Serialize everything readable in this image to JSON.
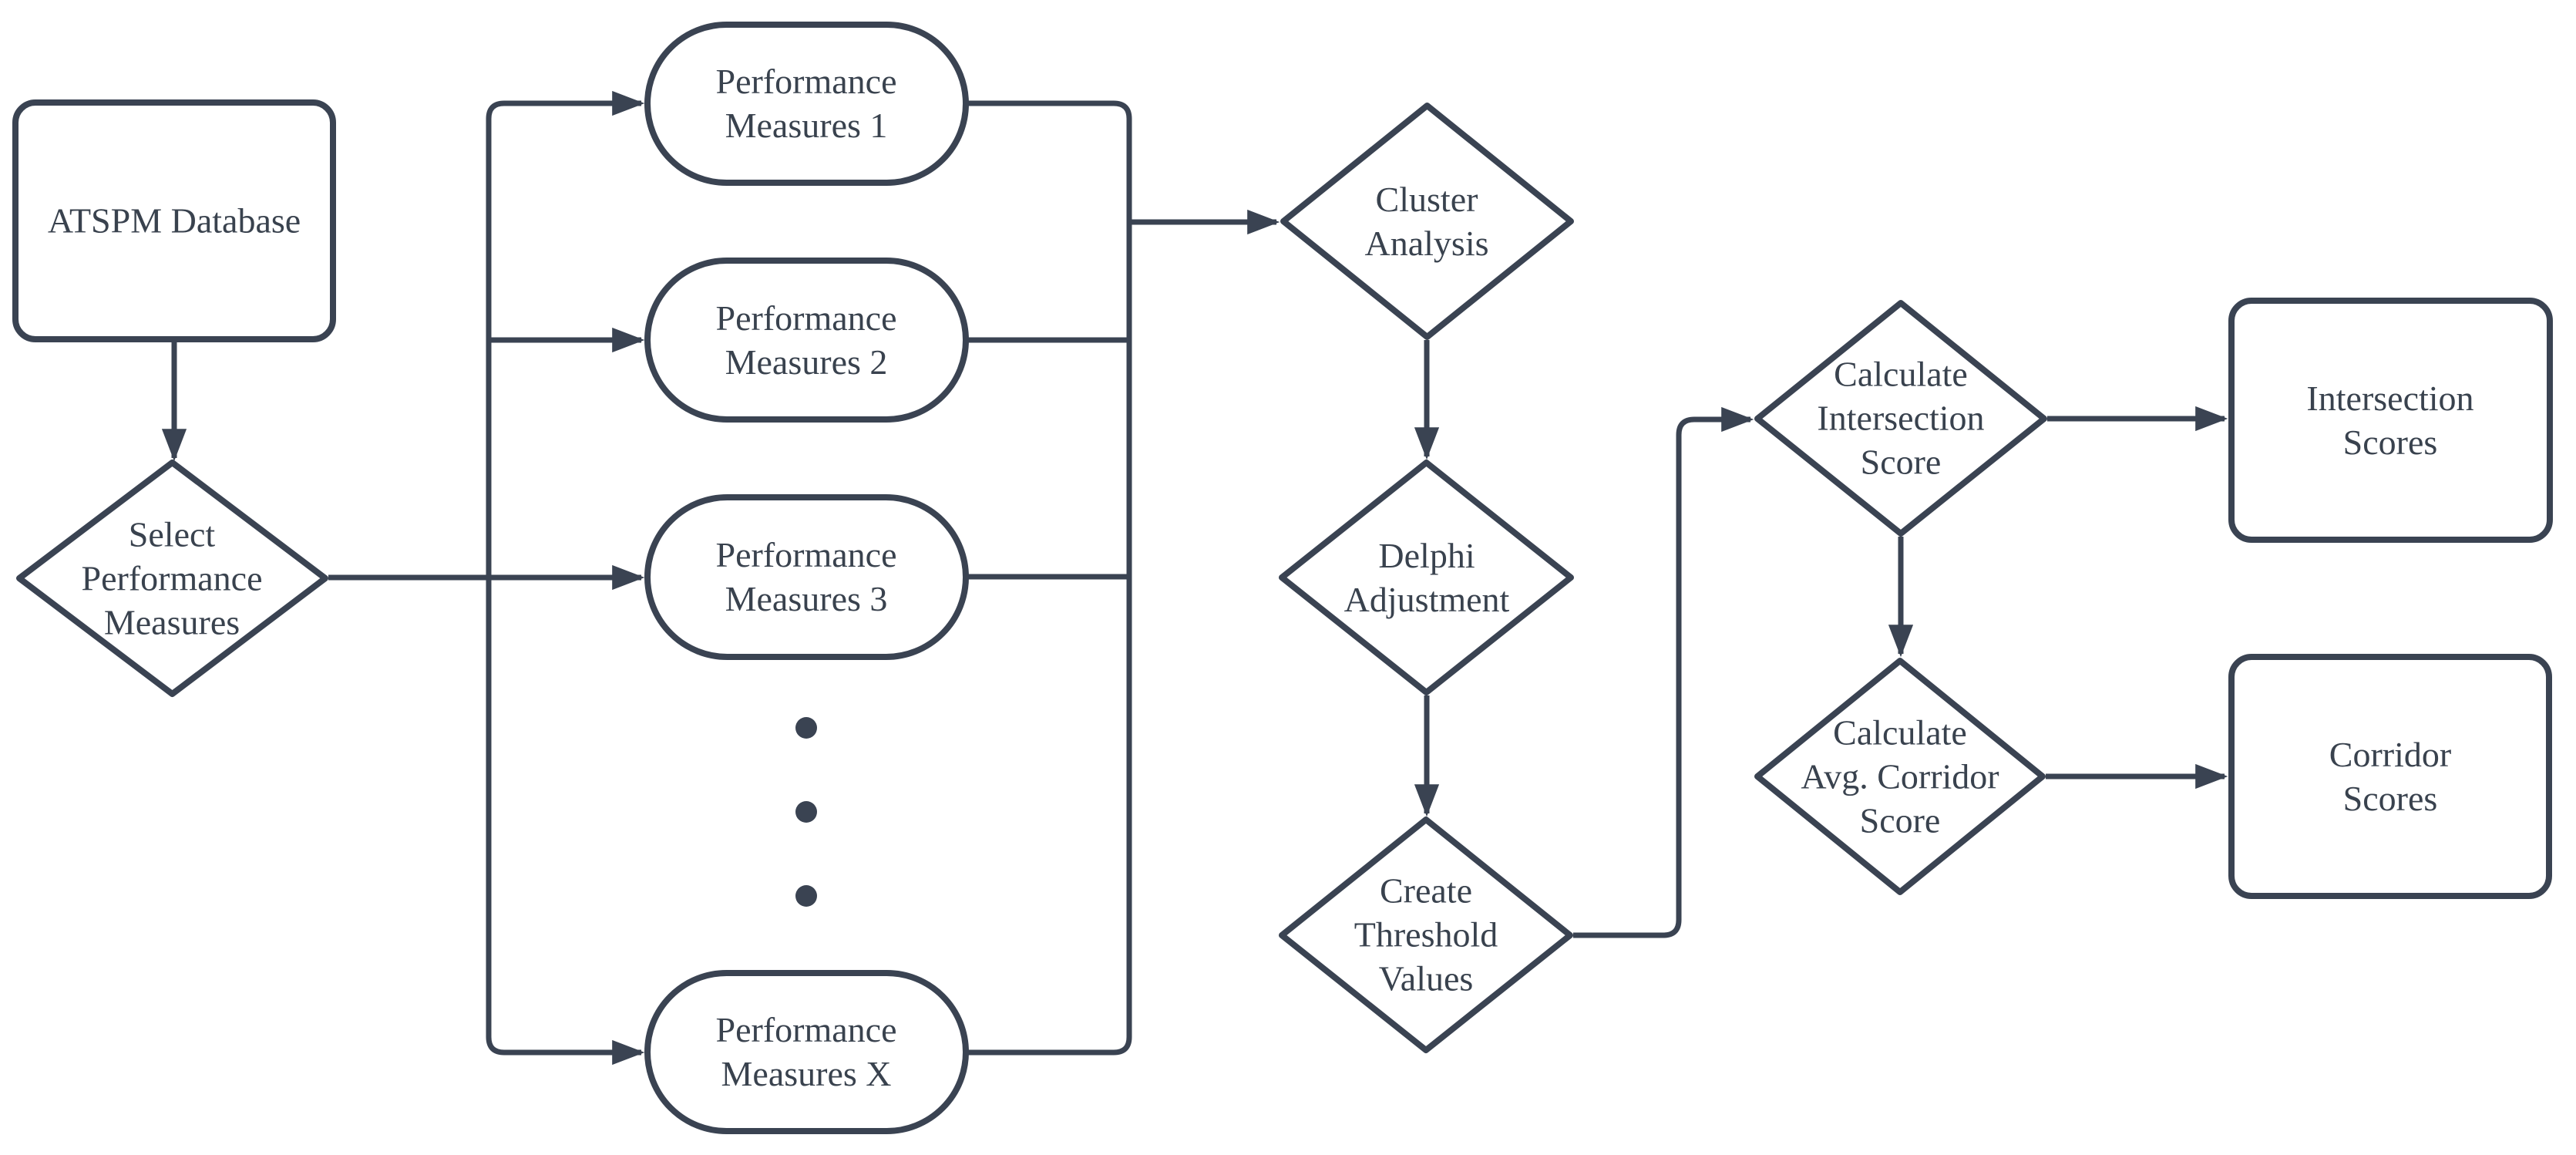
{
  "diagram": {
    "title": "ATSPM performance measure scoring flowchart",
    "colors": {
      "stroke": "#3a4352",
      "text": "#39424e",
      "background": "#ffffff",
      "node_fill": "#ffffff"
    },
    "nodes": {
      "atspm_database": {
        "shape": "rectangle",
        "label": "ATSPM Database"
      },
      "select_performance_measures": {
        "shape": "diamond",
        "label": "Select\nPerformance\nMeasures"
      },
      "performance_measures_1": {
        "shape": "stadium",
        "label": "Performance\nMeasures 1"
      },
      "performance_measures_2": {
        "shape": "stadium",
        "label": "Performance\nMeasures 2"
      },
      "performance_measures_3": {
        "shape": "stadium",
        "label": "Performance\nMeasures 3"
      },
      "performance_measures_x": {
        "shape": "stadium",
        "label": "Performance\nMeasures X"
      },
      "cluster_analysis": {
        "shape": "diamond",
        "label": "Cluster\nAnalysis"
      },
      "delphi_adjustment": {
        "shape": "diamond",
        "label": "Delphi\nAdjustment"
      },
      "create_threshold_values": {
        "shape": "diamond",
        "label": "Create\nThreshold\nValues"
      },
      "calculate_intersection_score": {
        "shape": "diamond",
        "label": "Calculate\nIntersection\nScore"
      },
      "calculate_avg_corridor_score": {
        "shape": "diamond",
        "label": "Calculate\nAvg. Corridor\nScore"
      },
      "intersection_scores": {
        "shape": "rectangle",
        "label": "Intersection\nScores"
      },
      "corridor_scores": {
        "shape": "rectangle",
        "label": "Corridor\nScores"
      }
    },
    "ellipsis_dots": 3,
    "edges": [
      {
        "from": "atspm_database",
        "to": "select_performance_measures"
      },
      {
        "from": "select_performance_measures",
        "to": "performance_measures_1"
      },
      {
        "from": "select_performance_measures",
        "to": "performance_measures_2"
      },
      {
        "from": "select_performance_measures",
        "to": "performance_measures_3"
      },
      {
        "from": "select_performance_measures",
        "to": "performance_measures_x"
      },
      {
        "from": "performance_measures_1",
        "to": "cluster_analysis"
      },
      {
        "from": "performance_measures_2",
        "to": "cluster_analysis"
      },
      {
        "from": "performance_measures_3",
        "to": "cluster_analysis"
      },
      {
        "from": "performance_measures_x",
        "to": "cluster_analysis"
      },
      {
        "from": "cluster_analysis",
        "to": "delphi_adjustment"
      },
      {
        "from": "delphi_adjustment",
        "to": "create_threshold_values"
      },
      {
        "from": "create_threshold_values",
        "to": "calculate_intersection_score"
      },
      {
        "from": "calculate_intersection_score",
        "to": "intersection_scores"
      },
      {
        "from": "calculate_intersection_score",
        "to": "calculate_avg_corridor_score"
      },
      {
        "from": "calculate_avg_corridor_score",
        "to": "corridor_scores"
      }
    ]
  }
}
